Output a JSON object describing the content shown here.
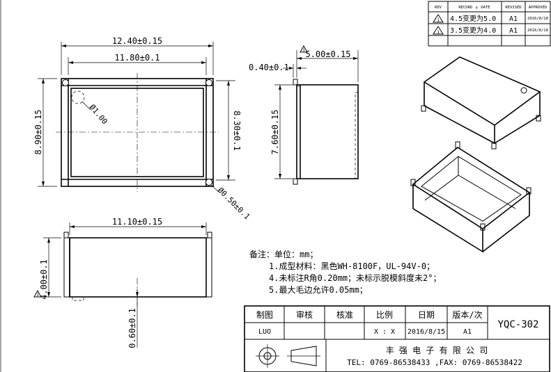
{
  "revision_table": {
    "headers": [
      "REV",
      "RECORD ﹠ DATE",
      "REVISED",
      "APPROVED"
    ],
    "rows": [
      {
        "record": "4.5变更为5.0",
        "revised": "A1",
        "approved": "2016/8/18"
      },
      {
        "record": "3.5变更为4.0",
        "revised": "A1",
        "approved": "2016/8/18"
      }
    ]
  },
  "dimensions": {
    "top_overall_width": "12.40±0.15",
    "top_inner_width": "11.80±0.1",
    "top_overall_height": "8.90±0.15",
    "top_inner_height": "8.30±0.1",
    "hole_large": "Ø1.00",
    "hole_small": "Ø0.50±0.1",
    "side_width": "5.00±0.15",
    "side_lip": "0.40±0.1",
    "side_height": "7.60±0.15",
    "front_width": "11.10±0.15",
    "front_height": "4.00±0.1",
    "front_bottom": "0.60±0.1"
  },
  "notes": {
    "heading": "备注：单位：mm；",
    "lines": [
      "1.成型材料：黑色WH-8100F，UL-94V-0；",
      "4.未标注R角0.20mm；未标示脱模斜度未2°；",
      "5.最大毛边允许0.05mm；"
    ]
  },
  "title_block": {
    "headers": [
      "制图",
      "审核",
      "核准",
      "比例",
      "日期",
      "版本/次"
    ],
    "values": [
      "LUO",
      "",
      "",
      "X : X",
      "2016/8/15",
      "A1"
    ],
    "part_number": "YQC-302",
    "company": "丰 强 电 子 有 限 公 司",
    "contact": "TEL: 0769-86538433 ,FAX: 0769-86538422"
  }
}
